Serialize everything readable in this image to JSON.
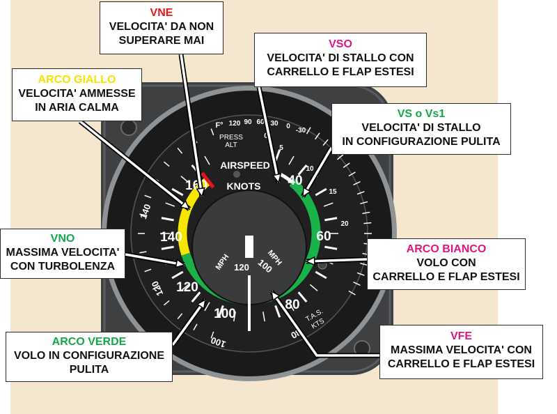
{
  "colors": {
    "background_panel": "#f5e6cf",
    "bezel": "#3b3d3f",
    "dial_face": "#141414",
    "white_arc": "#ffffff",
    "green_arc": "#19b34a",
    "yellow_arc": "#f7e600",
    "red_line": "#e8141b",
    "title_red": "#e8141b",
    "title_magenta": "#e0157f",
    "title_green": "#12a84a",
    "title_yellow": "#f5e400"
  },
  "instrument": {
    "airspeed_label": "AIRSPEED",
    "knots_label": "KNOTS",
    "mph_label": "MPH",
    "mph_label_right": "MPH",
    "tas_label": "T.A.S.",
    "kts_label": "KTS",
    "press_label": "PRESS",
    "alt_label": "ALT",
    "temp_label": "F°",
    "temp_scale": [
      "120",
      "90",
      "60",
      "30",
      "0",
      "-30"
    ],
    "alt_scale": [
      "0",
      "5",
      "10",
      "15",
      "20"
    ],
    "knots_numbers": [
      "40",
      "60",
      "80",
      "100",
      "120",
      "140",
      "160"
    ],
    "mph_outer_numbers": [
      "140",
      "120",
      "100",
      "80"
    ],
    "inner_mph_numbers": [
      "120",
      "100"
    ]
  },
  "labels": {
    "vne": {
      "title": "VNE",
      "lines": [
        "VELOCITA' DA NON",
        "SUPERARE MAI"
      ]
    },
    "vso": {
      "title": "VSO",
      "lines": [
        "VELOCITA' DI STALLO CON",
        "CARRELLO E FLAP ESTESI"
      ]
    },
    "arco_giallo": {
      "title": "ARCO GIALLO",
      "lines": [
        "VELOCITA' AMMESSE",
        "IN ARIA CALMA"
      ]
    },
    "vs1": {
      "title": "VS o Vs1",
      "lines": [
        "VELOCITA' DI STALLO",
        "IN CONFIGURAZIONE PULITA"
      ]
    },
    "vno": {
      "title": "VNO",
      "lines": [
        "MASSIMA VELOCITA'",
        "CON TURBOLENZA"
      ]
    },
    "arco_bianco": {
      "title": "ARCO BIANCO",
      "lines": [
        "VOLO CON",
        "CARRELLO E FLAP ESTESI"
      ]
    },
    "arco_verde": {
      "title": "ARCO VERDE",
      "lines": [
        "VOLO IN CONFIGURAZIONE",
        "PULITA"
      ]
    },
    "vfe": {
      "title": "VFE",
      "lines": [
        "MASSIMA VELOCITA' CON",
        "CARRELLO E FLAP ESTESI"
      ]
    }
  }
}
